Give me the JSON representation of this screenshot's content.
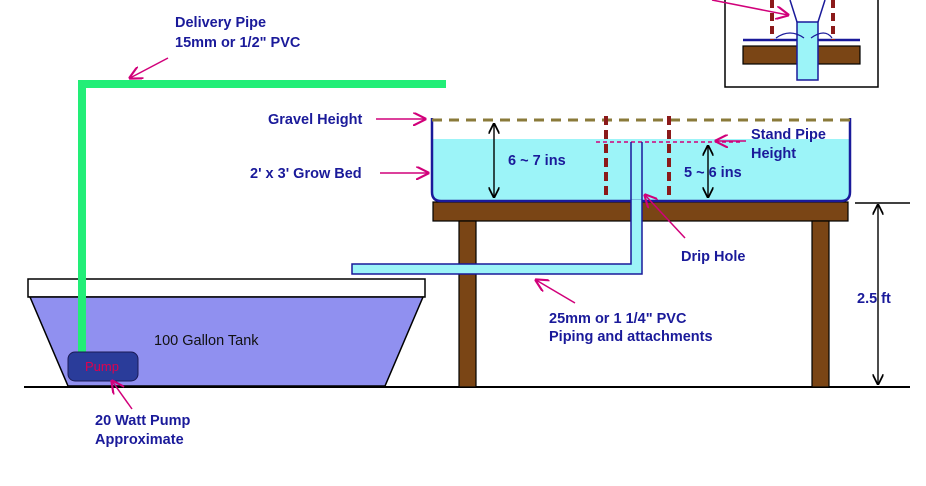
{
  "labels": {
    "delivery_pipe_1": "Delivery Pipe",
    "delivery_pipe_2": "15mm or 1/2\" PVC",
    "gravel_height": "Gravel Height",
    "grow_bed": "2' x 3' Grow Bed",
    "depth_gravel": "6 ~ 7 ins",
    "depth_water": "5 ~ 6 ins",
    "stand_pipe_1": "Stand Pipe",
    "stand_pipe_2": "Height",
    "drip_hole": "Drip Hole",
    "tank": "100 Gallon Tank",
    "pump": "Pump",
    "pump_note_1": "20 Watt Pump",
    "pump_note_2": "Approximate",
    "piping_1": "25mm or 1 1/4\" PVC",
    "piping_2": "Piping and attachments",
    "table_height": "2.5 ft"
  },
  "colors": {
    "label_text": "#1a1a9a",
    "arrow": "#d1007a",
    "delivery_pipe": "#22ee77",
    "water_bed": "#9cf4f8",
    "water_tank": "#9090f0",
    "wood": "#7a4515",
    "gravel_line": "#8a7a3a",
    "bell_siphon_marks": "#8b1a1a",
    "pump_body": "#2a3c9a"
  }
}
